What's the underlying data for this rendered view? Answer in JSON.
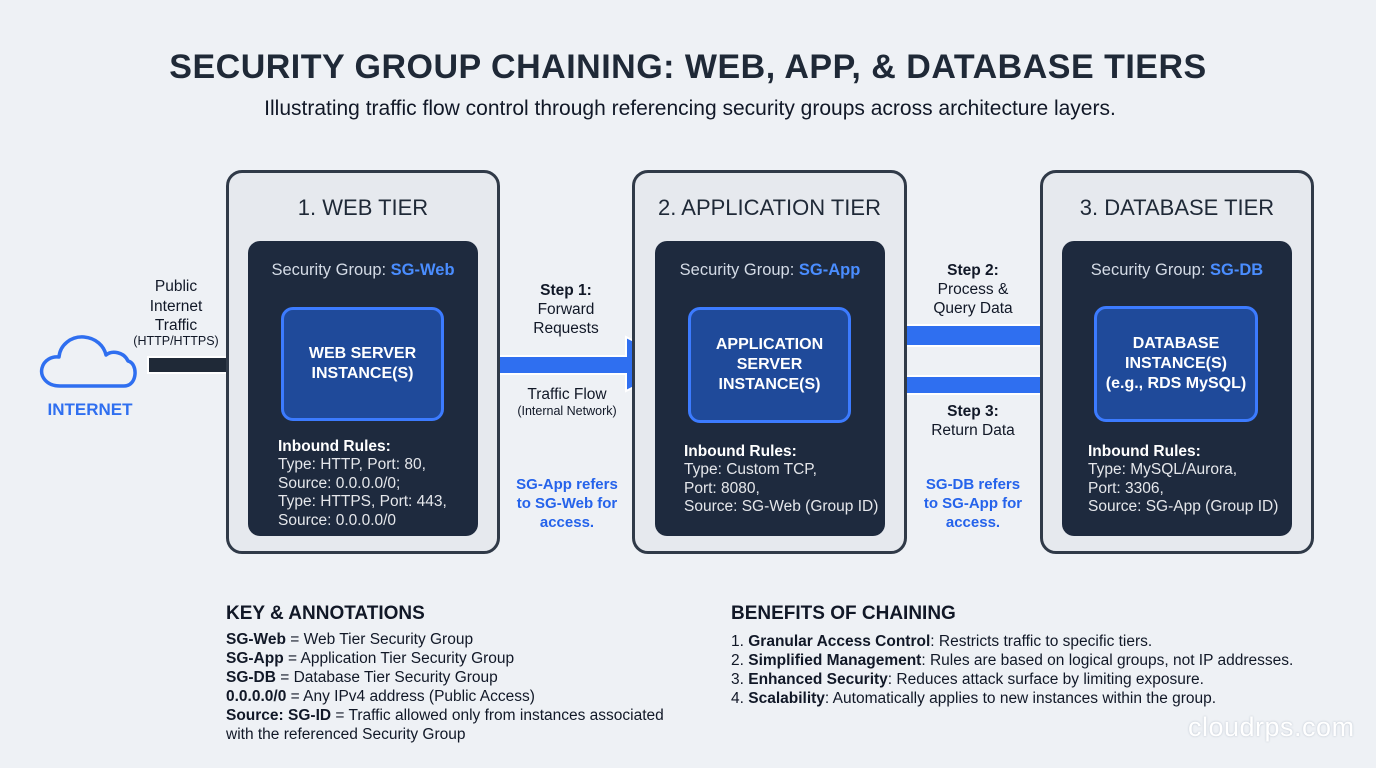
{
  "title": "SECURITY GROUP CHAINING: WEB, APP, & DATABASE TIERS",
  "subtitle": "Illustrating traffic flow control through referencing security groups across architecture layers.",
  "internet": {
    "label": "INTERNET",
    "traffic": [
      "Public",
      "Internet",
      "Traffic"
    ],
    "protocol": "(HTTP/HTTPS)"
  },
  "tiers": [
    {
      "title": "1. WEB TIER",
      "sg_prefix": "Security Group: ",
      "sg_name": "SG-Web",
      "instance": "WEB SERVER\nINSTANCE(S)",
      "rules_title": "Inbound Rules:",
      "rules": [
        "Type: HTTP, Port: 80,",
        "Source: 0.0.0.0/0;",
        "Type: HTTPS, Port: 443,",
        "Source: 0.0.0.0/0"
      ]
    },
    {
      "title": "2. APPLICATION TIER",
      "sg_prefix": "Security Group: ",
      "sg_name": "SG-App",
      "instance": "APPLICATION\nSERVER\nINSTANCE(S)",
      "rules_title": "Inbound Rules:",
      "rules": [
        "Type: Custom TCP,",
        "Port: 8080,",
        "Source: SG-Web (Group ID)"
      ]
    },
    {
      "title": "3. DATABASE TIER",
      "sg_prefix": "Security Group: ",
      "sg_name": "SG-DB",
      "instance": "DATABASE\nINSTANCE(S)\n(e.g., RDS MySQL)",
      "rules_title": "Inbound Rules:",
      "rules": [
        "Type: MySQL/Aurora,",
        "Port: 3306,",
        "Source: SG-App (Group ID)"
      ]
    }
  ],
  "flow": {
    "step1_title": "Step 1:",
    "step1_lines": [
      "Forward",
      "Requests"
    ],
    "traffic_flow": "Traffic Flow",
    "internal": "(Internal Network)",
    "step2_title": "Step 2:",
    "step2_lines": [
      "Process &",
      "Query Data"
    ],
    "step3_title": "Step 3:",
    "step3_lines": [
      "Return Data"
    ],
    "note1": [
      "SG-App refers",
      "to SG-Web for",
      "access."
    ],
    "note2": [
      "SG-DB refers",
      "to SG-App for",
      "access."
    ]
  },
  "key": {
    "title": "KEY & ANNOTATIONS",
    "items": [
      {
        "term": "SG-Web",
        "desc": " = Web Tier Security Group"
      },
      {
        "term": "SG-App",
        "desc": " = Application Tier Security Group"
      },
      {
        "term": "SG-DB",
        "desc": " = Database Tier Security Group"
      },
      {
        "term": "0.0.0.0/0",
        "desc": " = Any IPv4 address (Public Access)"
      },
      {
        "term": "Source: SG-ID",
        "desc": " = Traffic allowed only from instances associated"
      }
    ],
    "last_line": "with the referenced Security Group"
  },
  "benefits": {
    "title": "BENEFITS OF CHAINING",
    "items": [
      {
        "num": "1. ",
        "term": "Granular Access Control",
        "desc": ": Restricts traffic to specific tiers."
      },
      {
        "num": "2. ",
        "term": "Simplified Management",
        "desc": ": Rules are based on logical groups, not IP addresses."
      },
      {
        "num": "3. ",
        "term": "Enhanced Security",
        "desc": ": Reduces attack surface by limiting exposure."
      },
      {
        "num": "4. ",
        "term": "Scalability",
        "desc": ": Automatically applies to new instances within the group."
      }
    ]
  },
  "watermark": "cloudrps.com",
  "colors": {
    "tier_bg": "#e6e9ee",
    "sg_bg": "#1e2a3e",
    "instance_bg": "#1f4a9a",
    "accent_blue": "#2563eb",
    "dark_arrow": "#1f2937"
  }
}
